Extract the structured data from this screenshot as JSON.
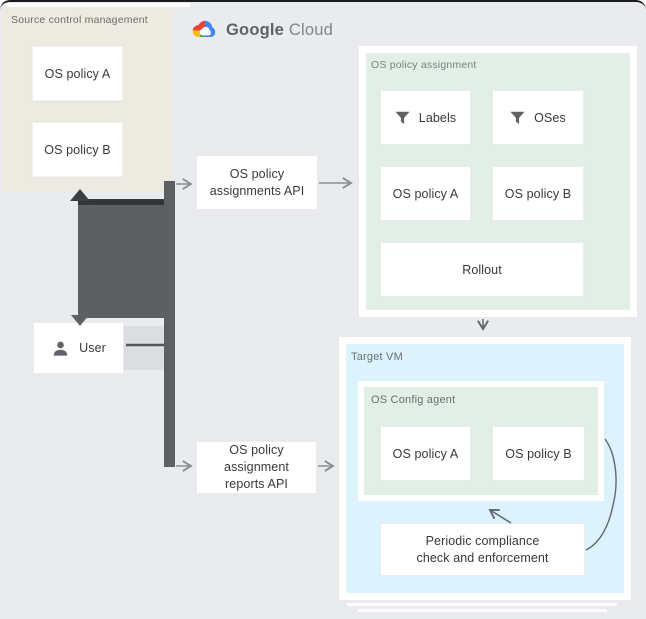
{
  "colors": {
    "background": "#e9ebee",
    "beige_zone": "#edeae1",
    "green_zone": "#e1efe6",
    "blue_zone": "#dcf2fd",
    "thick_arrow": "#5d6063",
    "thick_arrow_dark_band": "#333538",
    "thin_arrow": "#8a9095",
    "dark_arrow": "#64686c",
    "google_blue": "#4285f4",
    "google_red": "#ea4335",
    "google_yellow": "#fbbc04",
    "google_green": "#34a853"
  },
  "logo": {
    "brand": "Google",
    "product": "Cloud"
  },
  "icons": {
    "cloud": "google-cloud-logo",
    "filter": "filter-funnel",
    "user": "person"
  },
  "source_control": {
    "label": "Source control management",
    "policy_a": "OS policy A",
    "policy_b": "OS policy B"
  },
  "assignments_api": {
    "label": "OS policy\nassignments API"
  },
  "policy_assignment": {
    "label": "OS policy assignment",
    "labels": "Labels",
    "oses": "OSes",
    "policy_a": "OS policy A",
    "policy_b": "OS policy B",
    "rollout": "Rollout"
  },
  "user": {
    "label": "User"
  },
  "reports_api": {
    "label": "OS policy\nassignment\nreports API"
  },
  "target_vm": {
    "label": "Target VM",
    "os_config_agent": {
      "label": "OS Config agent",
      "policy_a": "OS policy A",
      "policy_b": "OS policy B"
    },
    "periodic_check": {
      "label": "Periodic compliance\ncheck and enforcement"
    }
  }
}
